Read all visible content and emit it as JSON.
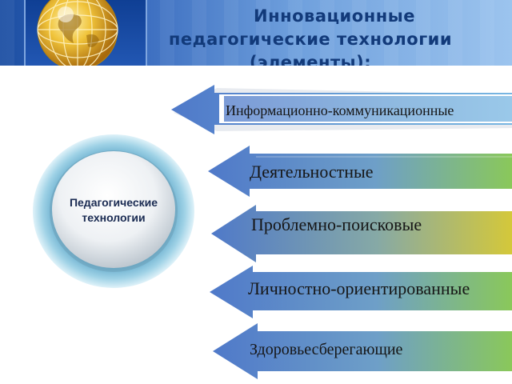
{
  "slide": {
    "title_line1": "Инновационные",
    "title_line2": "педагогические технологии",
    "title_line3": "(элементы):"
  },
  "center": {
    "label_line1": "Педагогические",
    "label_line2": "технологии"
  },
  "items": [
    {
      "label": "Информационно-коммуникационные"
    },
    {
      "label": "Деятельностные"
    },
    {
      "label": "Проблемно-поисковые"
    },
    {
      "label": "Личностно-ориентированные"
    },
    {
      "label": "Здоровьесберегающие"
    }
  ],
  "colors": {
    "header_blue": "#1d4fa3",
    "arrow_blue": "#4f79c9",
    "arrow_green": "#8ac85a",
    "arrow_yellow": "#d4c83a",
    "title_text": "#123a7a"
  },
  "icons": {
    "logo": "globe-icon"
  }
}
